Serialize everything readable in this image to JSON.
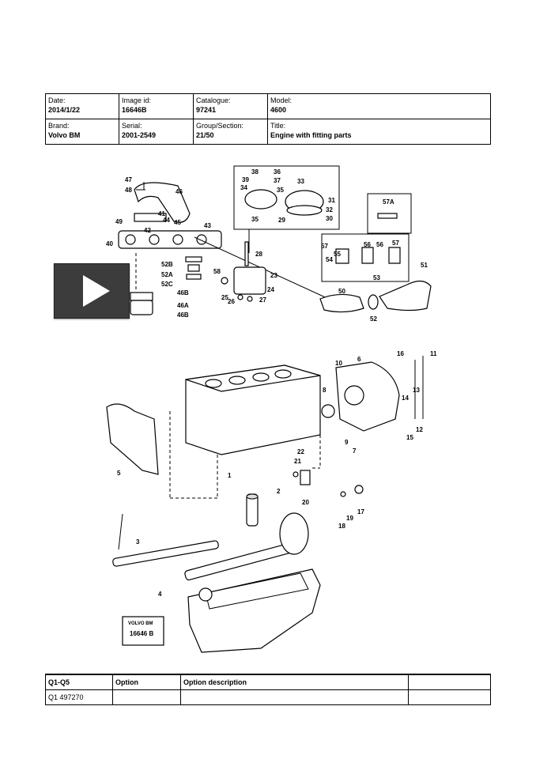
{
  "info_table": {
    "date_label": "Date:",
    "date_value": "2014/1/22",
    "image_id_label": "Image id:",
    "image_id_value": "16646B",
    "catalogue_label": "Catalogue:",
    "catalogue_value": "97241",
    "model_label": "Model:",
    "model_value": "4600",
    "brand_label": "Brand:",
    "brand_value": "Volvo BM",
    "serial_label": "Serial:",
    "serial_value": "2001-2549",
    "group_label": "Group/Section:",
    "group_value": "21/50",
    "title_label": "Title:",
    "title_value": "Engine with fitting parts"
  },
  "diagram": {
    "callouts": [
      "47",
      "48",
      "46",
      "41",
      "49",
      "44",
      "45",
      "42",
      "43",
      "40",
      "52B",
      "52A",
      "52C",
      "46B",
      "46A",
      "46B",
      "38",
      "36",
      "39",
      "37",
      "34",
      "35",
      "33",
      "35",
      "29",
      "31",
      "32",
      "30",
      "57A",
      "57",
      "55",
      "56",
      "56",
      "57",
      "54",
      "53",
      "51",
      "28",
      "58",
      "23",
      "25",
      "24",
      "26",
      "27",
      "50",
      "52",
      "16",
      "11",
      "6",
      "10",
      "14",
      "13",
      "8",
      "12",
      "9",
      "15",
      "7",
      "5",
      "22",
      "21",
      "1",
      "20",
      "2",
      "3",
      "17",
      "18",
      "19",
      "4"
    ],
    "stamp_line1": "VOLVO BM",
    "stamp_line2": "16646 B"
  },
  "video_overlay": {
    "icon": "play-icon"
  },
  "options_table": {
    "headers": [
      "Q1-Q5",
      "Option",
      "Option description",
      ""
    ],
    "rows": [
      [
        "Q1 497270",
        "",
        "",
        ""
      ]
    ]
  }
}
